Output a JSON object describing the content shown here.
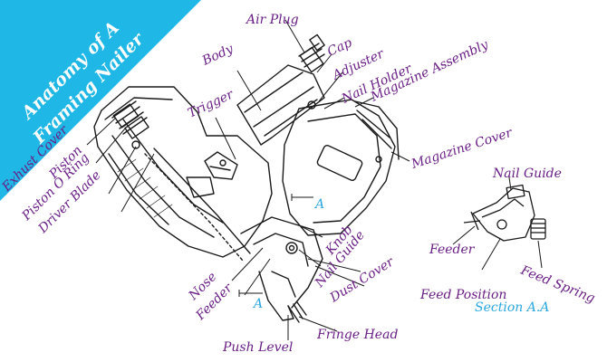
{
  "title": {
    "line1": "Anatomy of A",
    "line2": "Framing Nailer"
  },
  "colors": {
    "banner": "#1eb7e6",
    "label": "#6a1f86",
    "accent": "#2aa8df",
    "ink": "#1a1a1a"
  },
  "labels": {
    "air_plug": "Air Plug",
    "body": "Body",
    "cap": "Cap",
    "adjuster": "Adjuster",
    "trigger": "Trigger",
    "nail_holder": "Nail Holder",
    "magazine_assembly": "Magazine Assembly",
    "exhaust_cover": "Exhust Cover",
    "piston": "Piston",
    "piston_o_ring": "Piston O Ring",
    "driver_blade": "Driver Blade",
    "magazine_cover": "Magazine Cover",
    "nail_guide": "Nail Guide",
    "knob": "Knob",
    "nail_guide_2": "Nail Guide",
    "feeder": "Feeder",
    "feeder_2": "Feeder",
    "nose": "Nose",
    "dust_cover": "Dust Cover",
    "feed_position": "Feed Position",
    "feed_spring": "Feed Spring",
    "push_level": "Push Level",
    "fringe_head": "Fringe Head"
  },
  "markers": {
    "section_a_upper": "A",
    "section_a_lower": "A"
  },
  "section_caption": "Section A.A"
}
